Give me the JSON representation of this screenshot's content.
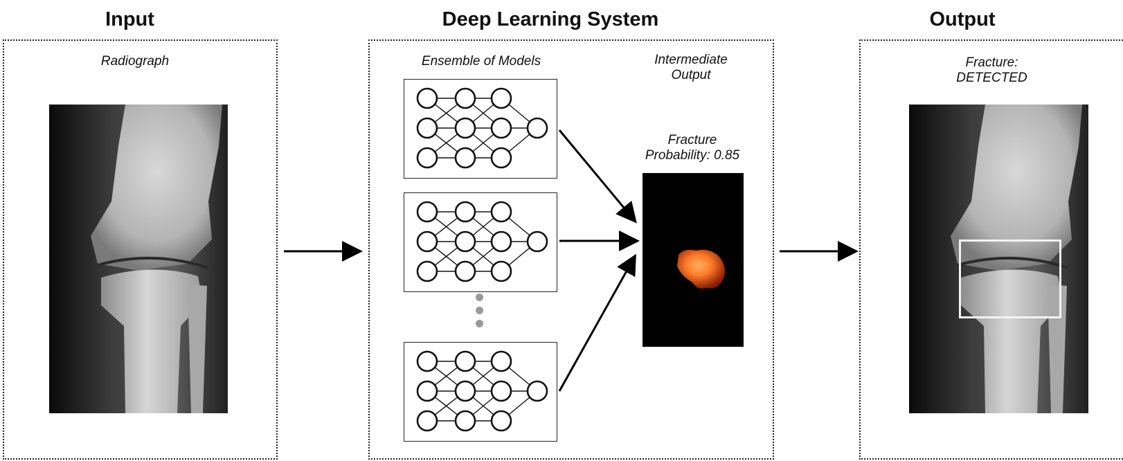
{
  "sections": {
    "input": {
      "title": "Input",
      "subtitle": "Radiograph"
    },
    "system": {
      "title": "Deep Learning System",
      "ensemble_label": "Ensemble of Models",
      "intermediate_label": "Intermediate\nOutput",
      "probability_label": "Fracture\nProbability: 0.85"
    },
    "output": {
      "title": "Output",
      "result_label": "Fracture:\nDETECTED"
    }
  },
  "colors": {
    "panel_border": "#222222",
    "heatmap_core": "#ff8a3c",
    "heatmap_edge": "#8a1e00",
    "detection_box": "#f4f4f4",
    "ellipsis_dots": "#9a9a9a"
  },
  "icons": [
    "arrow-right-icon",
    "neural-network-icon",
    "ellipsis-dots-icon"
  ]
}
